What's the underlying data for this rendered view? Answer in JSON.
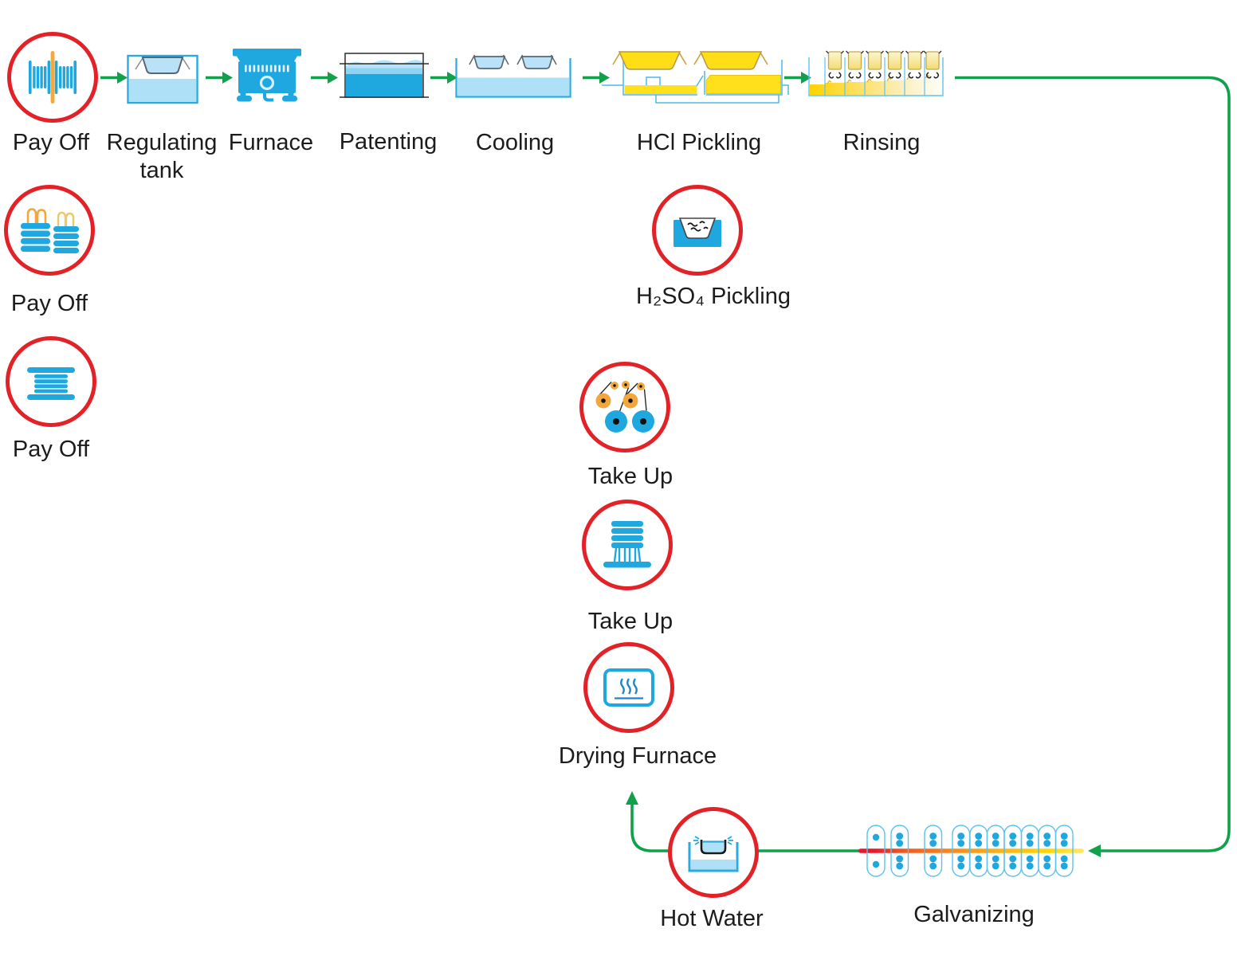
{
  "diagram": {
    "type": "process-flow",
    "colors": {
      "flow_line_green": "#12a14b",
      "highlight_ring_red": "#e32227",
      "equipment_blue": "#1fa8e0",
      "liquid_light_blue": "#aee0f8",
      "acid_yellow": "#ffde17",
      "spool_orange": "#f2a73d",
      "text": "#1c1c1c"
    },
    "stations": {
      "pay_off_1": {
        "label": "Pay Off",
        "icon": "wire-spool-axle",
        "highlighted": true
      },
      "regulating_tank": {
        "label": "Regulating tank",
        "icon": "tank-with-basket",
        "highlighted": false
      },
      "furnace": {
        "label": "Furnace",
        "icon": "furnace",
        "highlighted": false
      },
      "patenting": {
        "label": "Patenting",
        "icon": "filled-bath",
        "highlighted": false
      },
      "cooling": {
        "label": "Cooling",
        "icon": "tank-with-two-baskets",
        "highlighted": false
      },
      "hcl_pickling": {
        "label": "HCl Pickling",
        "icon": "yellow-acid-tanks",
        "highlighted": false
      },
      "rinsing": {
        "label": "Rinsing",
        "icon": "multi-compartment-rinse-tank",
        "highlighted": false
      },
      "pay_off_2": {
        "label": "Pay Off",
        "icon": "coil-stacks",
        "highlighted": true
      },
      "pay_off_3": {
        "label": "Pay Off",
        "icon": "coil-side-view",
        "highlighted": true
      },
      "h2so4_pickling": {
        "label": "H₂SO₄ Pickling",
        "icon": "acid-bath-with-wires",
        "highlighted": true
      },
      "take_up_1": {
        "label": "Take Up",
        "icon": "pulley-block",
        "highlighted": true
      },
      "take_up_2": {
        "label": "Take Up",
        "icon": "spool-stand",
        "highlighted": true
      },
      "drying_furnace": {
        "label": "Drying Furnace",
        "icon": "drying-oven",
        "highlighted": true
      },
      "hot_water": {
        "label": "Hot Water",
        "icon": "hot-water-bath",
        "highlighted": true
      },
      "galvanizing": {
        "label": "Galvanizing",
        "icon": "roller-line-with-wire",
        "highlighted": false
      }
    },
    "flow_sequence": [
      "Pay Off",
      "Regulating tank",
      "Furnace",
      "Patenting",
      "Cooling",
      "HCl Pickling",
      "Rinsing",
      "Galvanizing",
      "Hot Water",
      "Drying Furnace"
    ]
  }
}
